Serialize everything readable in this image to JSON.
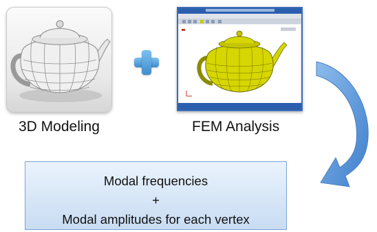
{
  "labels": {
    "modeling": "3D Modeling",
    "fem": "FEM Analysis"
  },
  "result": {
    "line1": "Modal frequencies",
    "line2": "+",
    "line3": "Modal amplitudes for each vertex"
  },
  "colors": {
    "plus": "#4f9ada",
    "arrow": "#5b95d6",
    "result_box": "#d9e7f7",
    "fem_mesh": "#d6d600",
    "window_frame": "#2b5fae"
  },
  "icons": {
    "plus": "plus-icon",
    "arrow": "curved-arrow-icon"
  }
}
